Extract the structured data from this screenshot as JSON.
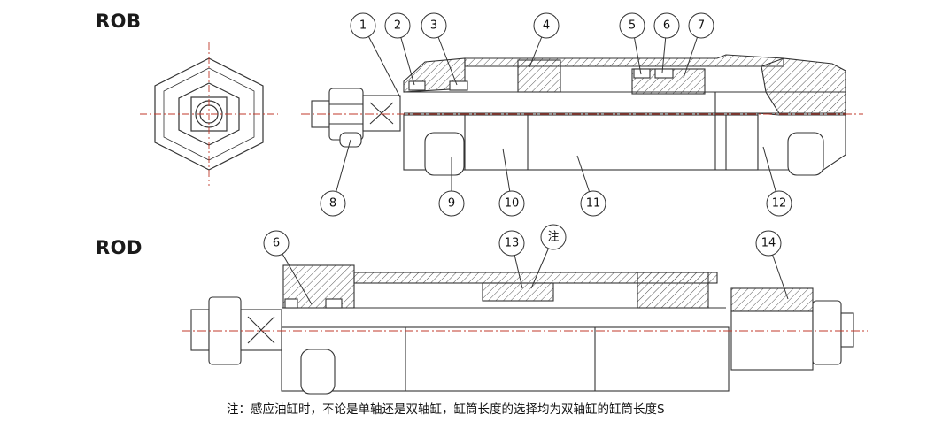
{
  "rob": {
    "title": "ROB",
    "callouts": [
      "1",
      "2",
      "3",
      "4",
      "5",
      "6",
      "7",
      "8",
      "9",
      "10",
      "11",
      "12"
    ]
  },
  "rod": {
    "title": "ROD",
    "callouts": [
      "6",
      "13",
      "注",
      "14"
    ]
  },
  "footnote": "注：感应油缸时，不论是单轴还是双轴缸，缸筒长度的选择均为双轴缸的缸筒长度S"
}
